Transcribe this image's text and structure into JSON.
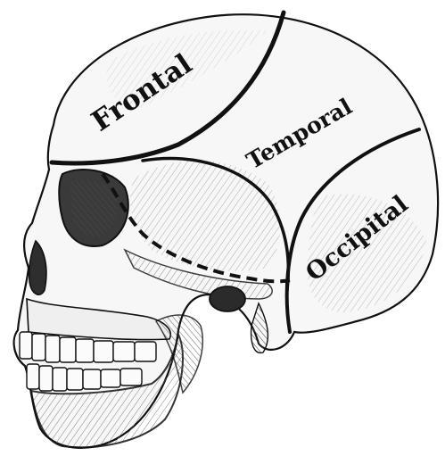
{
  "diagram": {
    "regions": [
      {
        "id": "frontal",
        "label": "Frontal"
      },
      {
        "id": "temporal",
        "label": "Temporal"
      },
      {
        "id": "occipital",
        "label": "Occipital"
      }
    ],
    "colors": {
      "background": "#ffffff",
      "ink": "#111111",
      "skull_fill": "#f7f7f7",
      "hatch": "#6b6b6b"
    }
  }
}
